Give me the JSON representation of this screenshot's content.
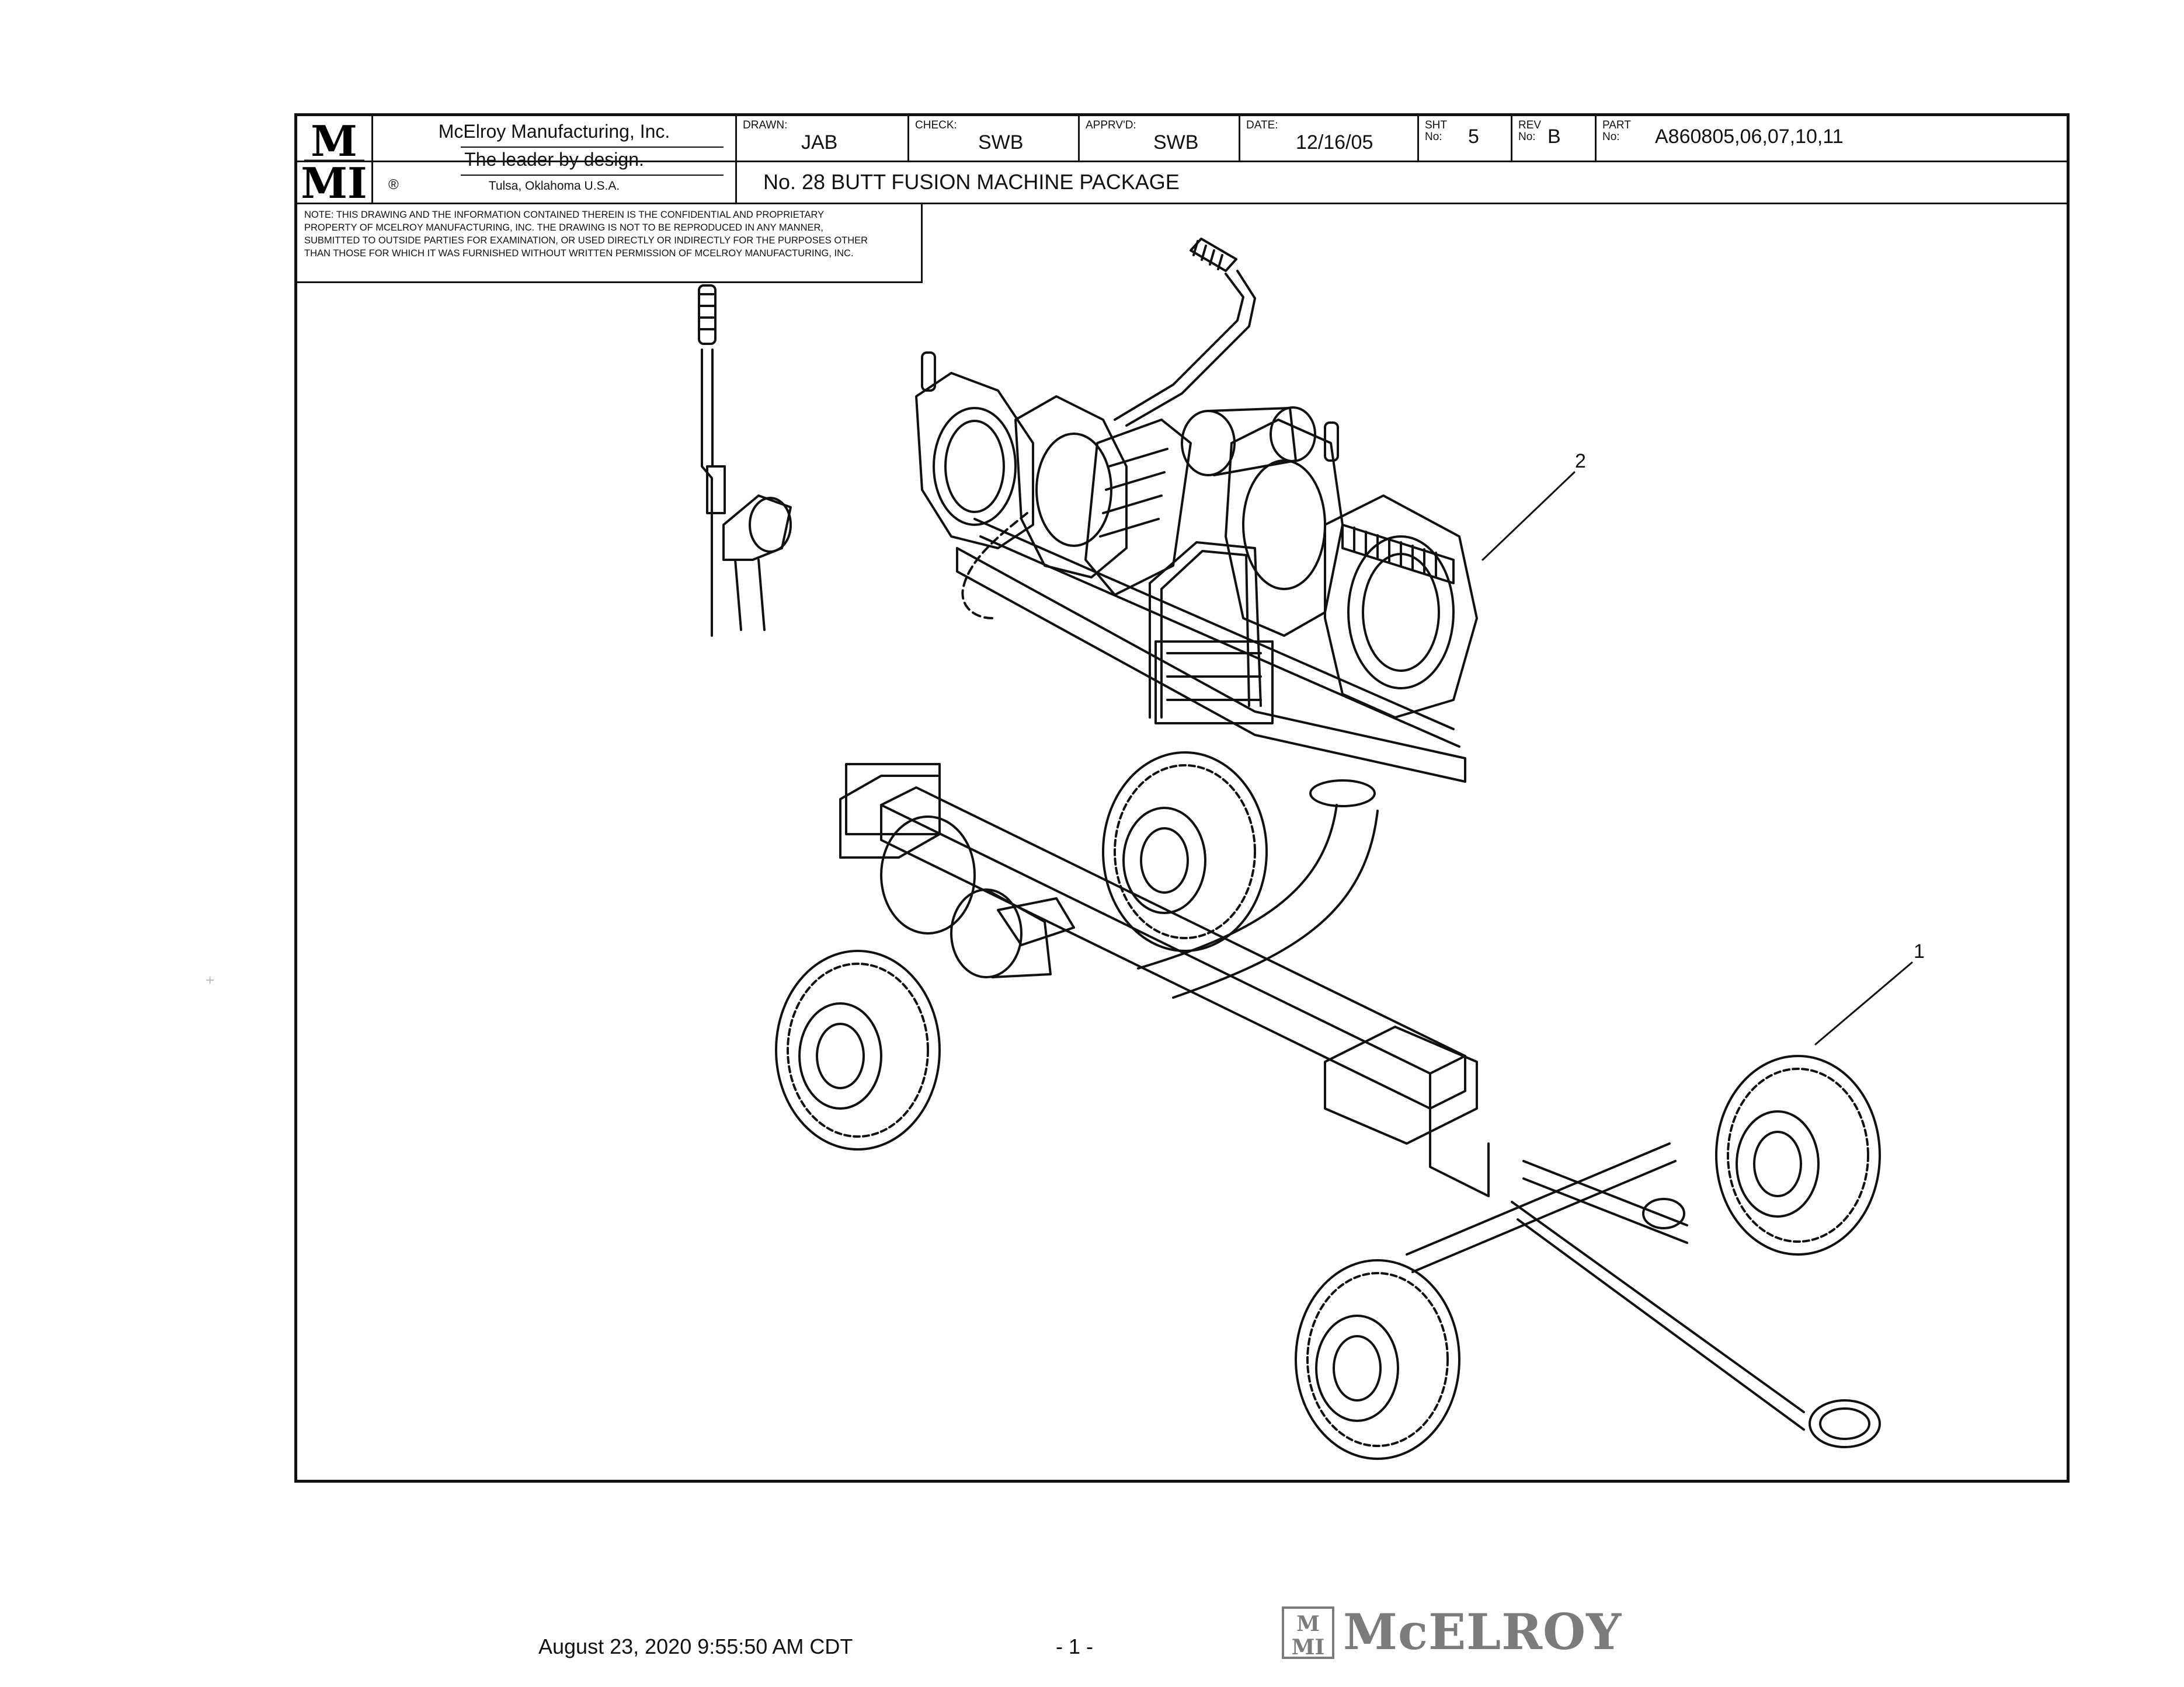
{
  "title_block": {
    "company_name": "McElroy Manufacturing, Inc.",
    "slogan": "The leader by design.",
    "location": "Tulsa, Oklahoma U.S.A.",
    "registered_mark": "®",
    "logo_text": "MMI",
    "drawn_label": "DRAWN:",
    "drawn_value": "JAB",
    "check_label": "CHECK:",
    "check_value": "SWB",
    "approved_label": "APPRV'D:",
    "approved_value": "SWB",
    "date_label": "DATE:",
    "date_value": "12/16/05",
    "sheet_label_1": "SHT",
    "sheet_label_2": "No:",
    "sheet_value": "5",
    "rev_label_1": "REV",
    "rev_label_2": "No:",
    "rev_value": "B",
    "part_label_1": "PART",
    "part_label_2": "No:",
    "part_value": "A860805,06,07,10,11",
    "drawing_title": "No. 28 BUTT FUSION MACHINE PACKAGE"
  },
  "note": {
    "line1": "NOTE: THIS DRAWING AND THE INFORMATION CONTAINED THEREIN IS THE CONFIDENTIAL AND PROPRIETARY",
    "line2": "PROPERTY OF McElroy Manufacturing, Inc. THE DRAWING IS NOT TO BE REPRODUCED IN ANY MANNER,",
    "line3": "SUBMITTED TO OUTSIDE PARTIES FOR EXAMINATION, OR USED DIRECTLY OR INDIRECTLY FOR THE PURPOSES OTHER",
    "line4": "THAN THOSE FOR WHICH IT WAS FURNISHED WITHOUT WRITTEN PERMISSION OF McElroy Manufacturing, Inc."
  },
  "callouts": {
    "callout_1": "1",
    "callout_2": "2"
  },
  "footer": {
    "timestamp": "August 23, 2020 9:55:50 AM CDT",
    "page": "- 1 -",
    "brand": "McELROY",
    "brand_color": "#7b7b7b"
  }
}
